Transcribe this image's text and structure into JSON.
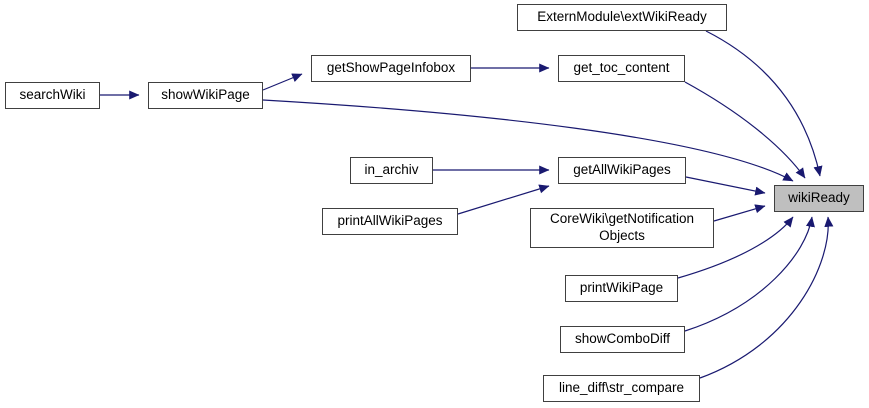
{
  "diagram": {
    "type": "call-graph",
    "colors": {
      "background": "#ffffff",
      "edge": "#191970",
      "node_border": "#404040",
      "node_fill": "#ffffff",
      "highlighted_node_fill": "#bfbfbf",
      "text": "#000000"
    },
    "nodes": {
      "searchWiki": {
        "label": "searchWiki"
      },
      "showWikiPage": {
        "label": "showWikiPage"
      },
      "getShowPageInfobox": {
        "label": "getShowPageInfobox"
      },
      "get_toc_content": {
        "label": "get_toc_content"
      },
      "externModule_extWikiReady": {
        "label": "ExternModule\\extWikiReady"
      },
      "in_archiv": {
        "label": "in_archiv"
      },
      "getAllWikiPages": {
        "label": "getAllWikiPages"
      },
      "printAllWikiPages": {
        "label": "printAllWikiPages"
      },
      "coreWiki_getNotificationObjects": {
        "label": "CoreWiki\\getNotification Objects"
      },
      "printWikiPage": {
        "label": "printWikiPage"
      },
      "showComboDiff": {
        "label": "showComboDiff"
      },
      "line_diff_str_compare": {
        "label": "line_diff\\str_compare"
      },
      "wikiReady": {
        "label": "wikiReady",
        "highlighted": true
      }
    },
    "edges": [
      {
        "from": "searchWiki",
        "to": "showWikiPage"
      },
      {
        "from": "showWikiPage",
        "to": "getShowPageInfobox"
      },
      {
        "from": "showWikiPage",
        "to": "wikiReady"
      },
      {
        "from": "getShowPageInfobox",
        "to": "get_toc_content"
      },
      {
        "from": "get_toc_content",
        "to": "wikiReady"
      },
      {
        "from": "ExternModule\\extWikiReady",
        "to": "wikiReady"
      },
      {
        "from": "in_archiv",
        "to": "getAllWikiPages"
      },
      {
        "from": "printAllWikiPages",
        "to": "getAllWikiPages"
      },
      {
        "from": "getAllWikiPages",
        "to": "wikiReady"
      },
      {
        "from": "CoreWiki\\getNotificationObjects",
        "to": "wikiReady"
      },
      {
        "from": "printWikiPage",
        "to": "wikiReady"
      },
      {
        "from": "showComboDiff",
        "to": "wikiReady"
      },
      {
        "from": "line_diff\\str_compare",
        "to": "wikiReady"
      }
    ]
  }
}
